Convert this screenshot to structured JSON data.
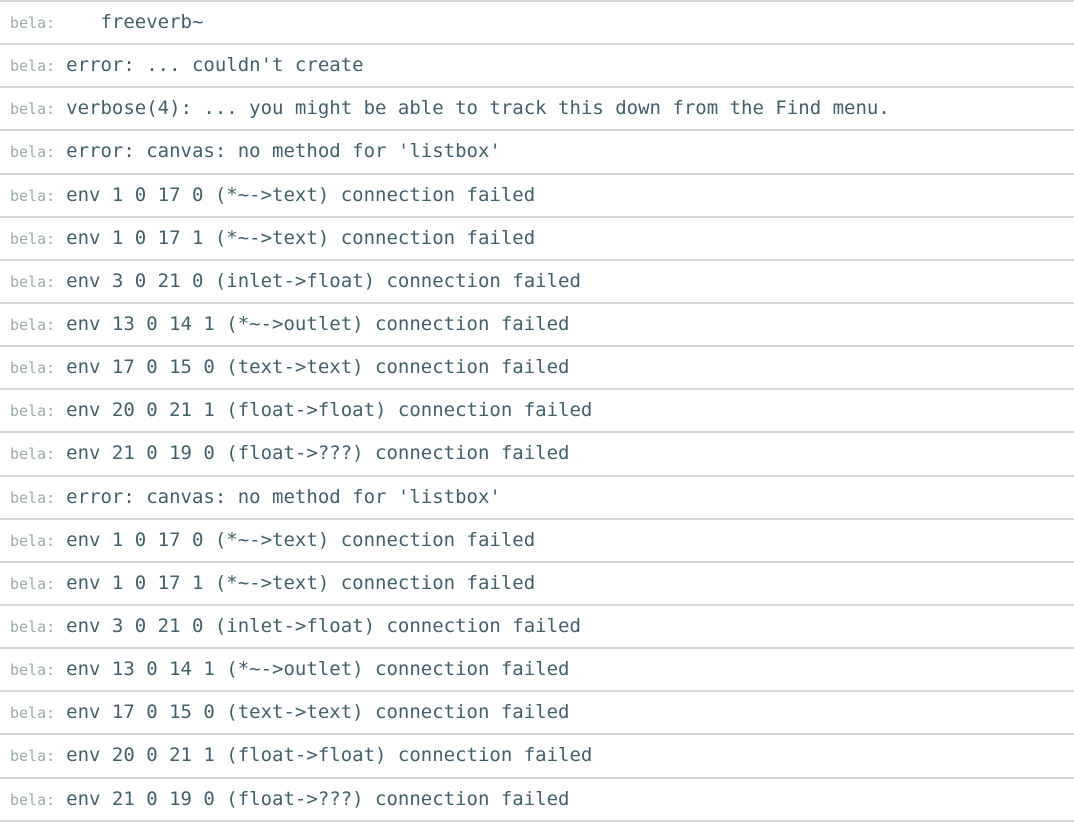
{
  "console": {
    "prefix_label": "bela:",
    "colors": {
      "prefix": "#9aacab",
      "message": "#42606b",
      "divider": "#d7d7d7",
      "background": "#ffffff"
    },
    "lines": [
      {
        "message": "   freeverb~"
      },
      {
        "message": "error: ... couldn't create"
      },
      {
        "message": "verbose(4): ... you might be able to track this down from the Find menu."
      },
      {
        "message": "error: canvas: no method for 'listbox'"
      },
      {
        "message": "env 1 0 17 0 (*~->text) connection failed"
      },
      {
        "message": "env 1 0 17 1 (*~->text) connection failed"
      },
      {
        "message": "env 3 0 21 0 (inlet->float) connection failed"
      },
      {
        "message": "env 13 0 14 1 (*~->outlet) connection failed"
      },
      {
        "message": "env 17 0 15 0 (text->text) connection failed"
      },
      {
        "message": "env 20 0 21 1 (float->float) connection failed"
      },
      {
        "message": "env 21 0 19 0 (float->???) connection failed"
      },
      {
        "message": "error: canvas: no method for 'listbox'"
      },
      {
        "message": "env 1 0 17 0 (*~->text) connection failed"
      },
      {
        "message": "env 1 0 17 1 (*~->text) connection failed"
      },
      {
        "message": "env 3 0 21 0 (inlet->float) connection failed"
      },
      {
        "message": "env 13 0 14 1 (*~->outlet) connection failed"
      },
      {
        "message": "env 17 0 15 0 (text->text) connection failed"
      },
      {
        "message": "env 20 0 21 1 (float->float) connection failed"
      },
      {
        "message": "env 21 0 19 0 (float->???) connection failed"
      }
    ]
  }
}
